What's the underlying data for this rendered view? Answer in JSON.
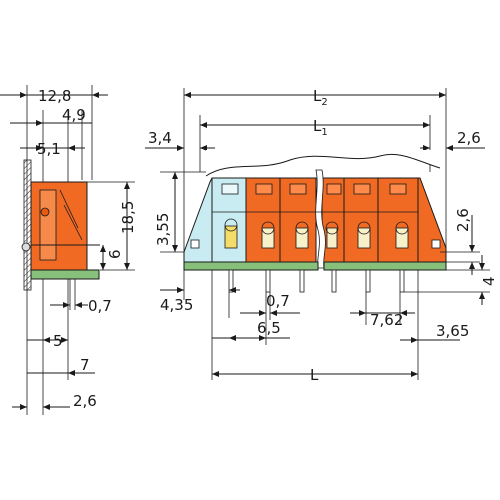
{
  "colors": {
    "orange": "#f06a24",
    "light_blue": "#c9ecf2",
    "green": "#86c07a",
    "yellow": "#f4dc6a",
    "housing_outline": "#222222"
  },
  "side_view": {
    "dims": {
      "d12_8": "12,8",
      "d4_9": "4,9",
      "d5_1": "5,1",
      "d18_5": "18,5",
      "d6": "6",
      "d0_7": "0,7",
      "d5": "5",
      "d7": "7",
      "d2_6": "2,6"
    }
  },
  "front_view": {
    "dims": {
      "L2": "L",
      "L2_sub": "2",
      "L1": "L",
      "L1_sub": "1",
      "d3_4": "3,4",
      "d2_6_top": "2,6",
      "d3_55": "3,55",
      "d2_6_right": "2,6",
      "d4": "4",
      "d4_35": "4,35",
      "d0_7": "0,7",
      "d6_5": "6,5",
      "d7_62": "7,62",
      "d3_65": "3,65",
      "L": "L"
    }
  }
}
